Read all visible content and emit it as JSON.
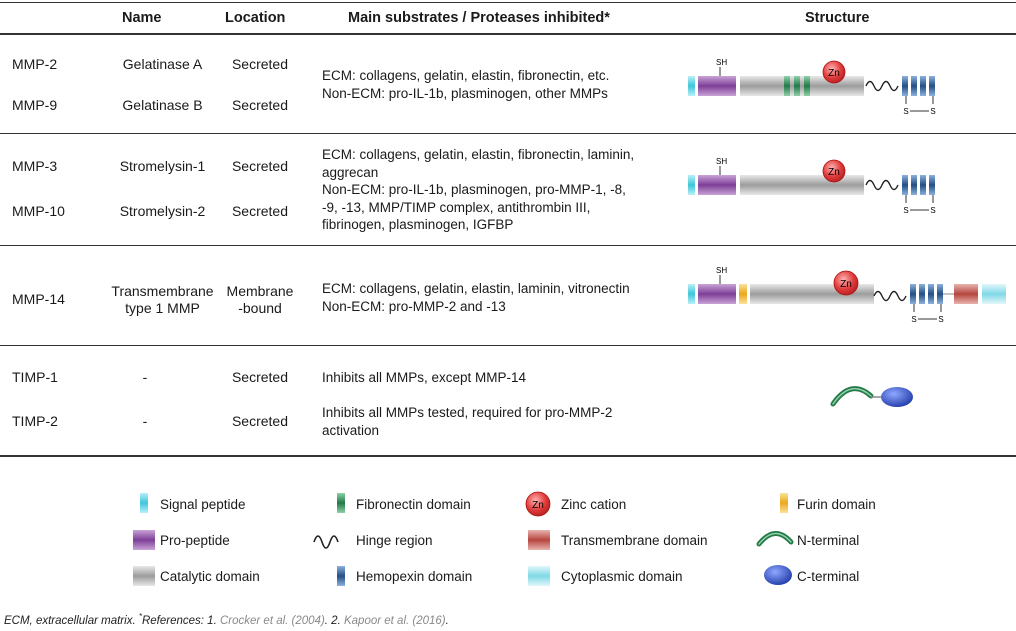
{
  "headers": {
    "name": "Name",
    "location": "Location",
    "substrates": "Main substrates / Proteases inhibited*",
    "structure": "Structure"
  },
  "groups": [
    {
      "rows": [
        {
          "id": "MMP-2",
          "name": "Gelatinase A",
          "location": "Secreted"
        },
        {
          "id": "MMP-9",
          "name": "Gelatinase B",
          "location": "Secreted"
        }
      ],
      "substrates": [
        "ECM: collagens, gelatin, elastin, fibronectin, etc.",
        "Non-ECM: pro-IL-1b, plasminogen, other MMPs"
      ]
    },
    {
      "rows": [
        {
          "id": "MMP-3",
          "name": "Stromelysin-1",
          "location": "Secreted"
        },
        {
          "id": "MMP-10",
          "name": "Stromelysin-2",
          "location": "Secreted"
        }
      ],
      "substrates": [
        "ECM: collagens, gelatin, elastin, fibronectin, laminin,",
        "aggrecan",
        "Non-ECM: pro-IL-1b, plasminogen, pro-MMP-1, -8,",
        "-9, -13, MMP/TIMP complex, antithrombin III,",
        "fibrinogen, plasminogen, IGFBP"
      ]
    },
    {
      "rows": [
        {
          "id": "MMP-14",
          "name_lines": [
            "Transmembrane",
            "type 1 MMP"
          ],
          "location_lines": [
            "Membrane",
            "-bound"
          ]
        }
      ],
      "substrates": [
        "ECM: collagens, gelatin, elastin, laminin, vitronectin",
        "Non-ECM: pro-MMP-2 and -13"
      ]
    },
    {
      "rows": [
        {
          "id": "TIMP-1",
          "name": "-",
          "location": "Secreted",
          "substrates": [
            "Inhibits all MMPs, except MMP-14"
          ]
        },
        {
          "id": "TIMP-2",
          "name": "-",
          "location": "Secreted",
          "substrates": [
            "Inhibits all MMPs tested, required for pro-MMP-2",
            "activation"
          ]
        }
      ]
    }
  ],
  "diagram_labels": {
    "sh": "SH",
    "zn": "Zn",
    "s": "S"
  },
  "legend": [
    {
      "label": "Signal peptide",
      "icon": "signal-peptide-icon",
      "color": "#4fd0e0"
    },
    {
      "label": "Fibronectin domain",
      "icon": "fibronectin-domain-icon",
      "color": "#2e8a55"
    },
    {
      "label": "Zinc cation",
      "icon": "zinc-cation-icon",
      "color": "#e03a3a"
    },
    {
      "label": "Furin domain",
      "icon": "furin-domain-icon",
      "color": "#f0b733"
    },
    {
      "label": "Pro-peptide",
      "icon": "pro-peptide-icon",
      "color": "#8e4fa6"
    },
    {
      "label": "Hinge region",
      "icon": "hinge-region-icon",
      "color": "#222222"
    },
    {
      "label": "Transmembrane domain",
      "icon": "transmembrane-domain-icon",
      "color": "#c25a55"
    },
    {
      "label": "N-terminal",
      "icon": "n-terminal-icon",
      "color": "#2e8a55"
    },
    {
      "label": "Catalytic domain",
      "icon": "catalytic-domain-icon",
      "color": "#a9a9a9"
    },
    {
      "label": "Hemopexin domain",
      "icon": "hemopexin-domain-icon",
      "color": "#2f5f94"
    },
    {
      "label": "Cytoplasmic domain",
      "icon": "cytoplasmic-domain-icon",
      "color": "#7fd8e6"
    },
    {
      "label": "C-terminal",
      "icon": "c-terminal-icon",
      "color": "#2b4fc2"
    }
  ],
  "footnote": {
    "lead": "ECM, extracellular matrix.",
    "mark": "*",
    "refs_label": "References: 1.",
    "ref1": "Crocker et al. (2004)",
    "sep": ". 2.",
    "ref2": "Kapoor et al. (2016)",
    "end": "."
  }
}
